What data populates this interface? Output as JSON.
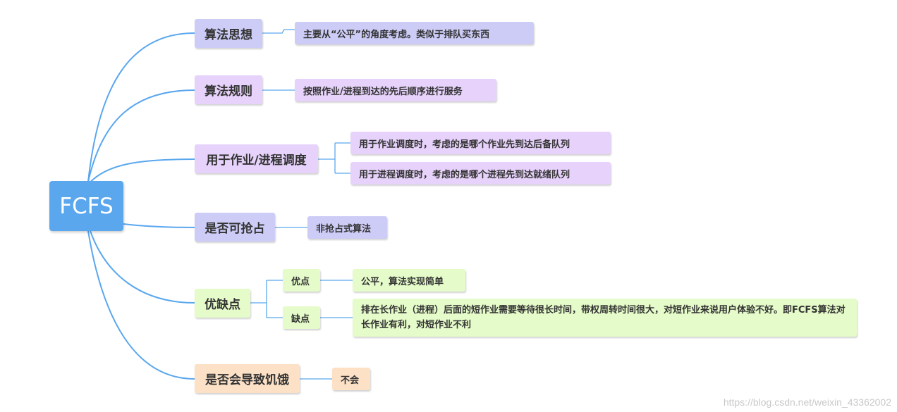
{
  "root": "FCFS",
  "branches": [
    {
      "label": "算法思想",
      "children": [
        "主要从“公平”的角度考虑。类似于排队买东西"
      ]
    },
    {
      "label": "算法规则",
      "children": [
        "按照作业/进程到达的先后顺序进行服务"
      ]
    },
    {
      "label": "用于作业/进程调度",
      "children": [
        "用于作业调度时，考虑的是哪个作业先到达后备队列",
        "用于进程调度时，考虑的是哪个进程先到达就绪队列"
      ]
    },
    {
      "label": "是否可抢占",
      "children": [
        "非抢占式算法"
      ]
    },
    {
      "label": "优缺点",
      "sub": [
        {
          "label": "优点",
          "children": [
            "公平，算法实现简单"
          ]
        },
        {
          "label": "缺点",
          "children": [
            "排在长作业（进程）后面的短作业需要等待很长时间，带权周转时间很大，对短作业来说用户体验不好。即FCFS算法对长作业有利，对短作业不利"
          ]
        }
      ]
    },
    {
      "label": "是否会导致饥饿",
      "children": [
        "不会"
      ]
    }
  ],
  "watermark": "https://blog.csdn.net/weixin_43362002",
  "colors": {
    "root": "#5aa7ee",
    "connector": "#5aa7ee",
    "purple": "#ccccf7",
    "lilac": "#e6d2fa",
    "green": "#e5fbc9",
    "peach": "#fce1c7"
  }
}
